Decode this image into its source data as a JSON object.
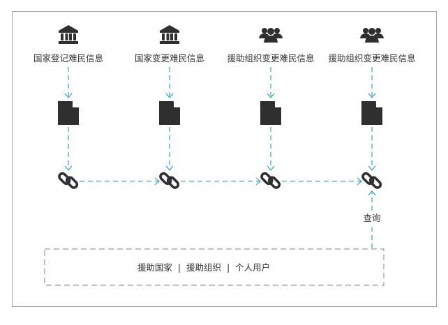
{
  "nodes": [
    {
      "label": "国家登记难民信息",
      "icon": "bank-icon"
    },
    {
      "label": "国家变更难民信息",
      "icon": "bank-icon"
    },
    {
      "label": "援助组织变更难民信息",
      "icon": "people-icon"
    },
    {
      "label": "援助组织变更难民信息",
      "icon": "people-icon"
    }
  ],
  "query_label": "查询",
  "users_box": {
    "text": "援助国家  |  援助组织  |  个人用户"
  },
  "colors": {
    "flow_line": "#1f9bbd",
    "icon": "#2f2f2f",
    "frame": "#a8a8a8",
    "users_box_border": "#808080"
  }
}
